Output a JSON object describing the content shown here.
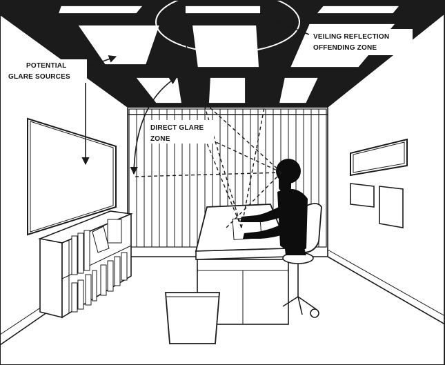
{
  "labels": {
    "veiling_line1": "VEILING REFLECTION",
    "veiling_line2": "OFFENDING ZONE",
    "potential_line1": "POTENTIAL",
    "potential_line2": "GLARE SOURCES",
    "direct_line1": "DIRECT GLARE",
    "direct_line2": "ZONE"
  },
  "colors": {
    "ink": "#1a1a1a",
    "paper": "#ffffff",
    "ceiling": "#1a1a1a"
  }
}
